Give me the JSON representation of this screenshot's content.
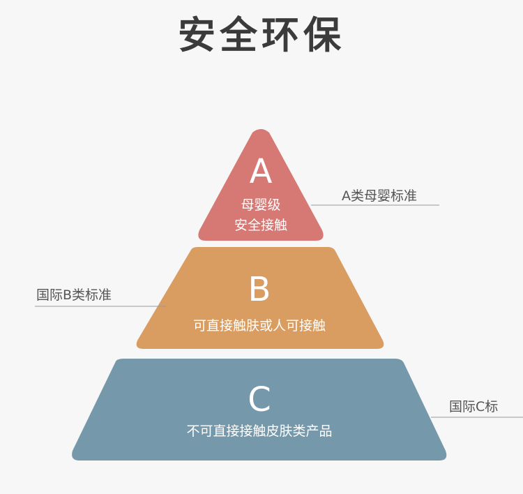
{
  "title": "安全环保",
  "levels": [
    {
      "letter": "A",
      "lines": [
        "母婴级",
        "安全接触"
      ],
      "side_label": "A类母婴标准",
      "color": "#d67873"
    },
    {
      "letter": "B",
      "lines": [
        "可直接触肤或人可接触"
      ],
      "side_label": "国际B类标准",
      "color": "#d99c61"
    },
    {
      "letter": "C",
      "lines": [
        "不可直接接触皮肤类产品"
      ],
      "side_label": "国际C标",
      "color": "#7598ab"
    }
  ],
  "colors": {
    "background": "#f7f7f7",
    "title": "#3b3b3b",
    "label_text": "#555555",
    "label_line": "#999999"
  }
}
